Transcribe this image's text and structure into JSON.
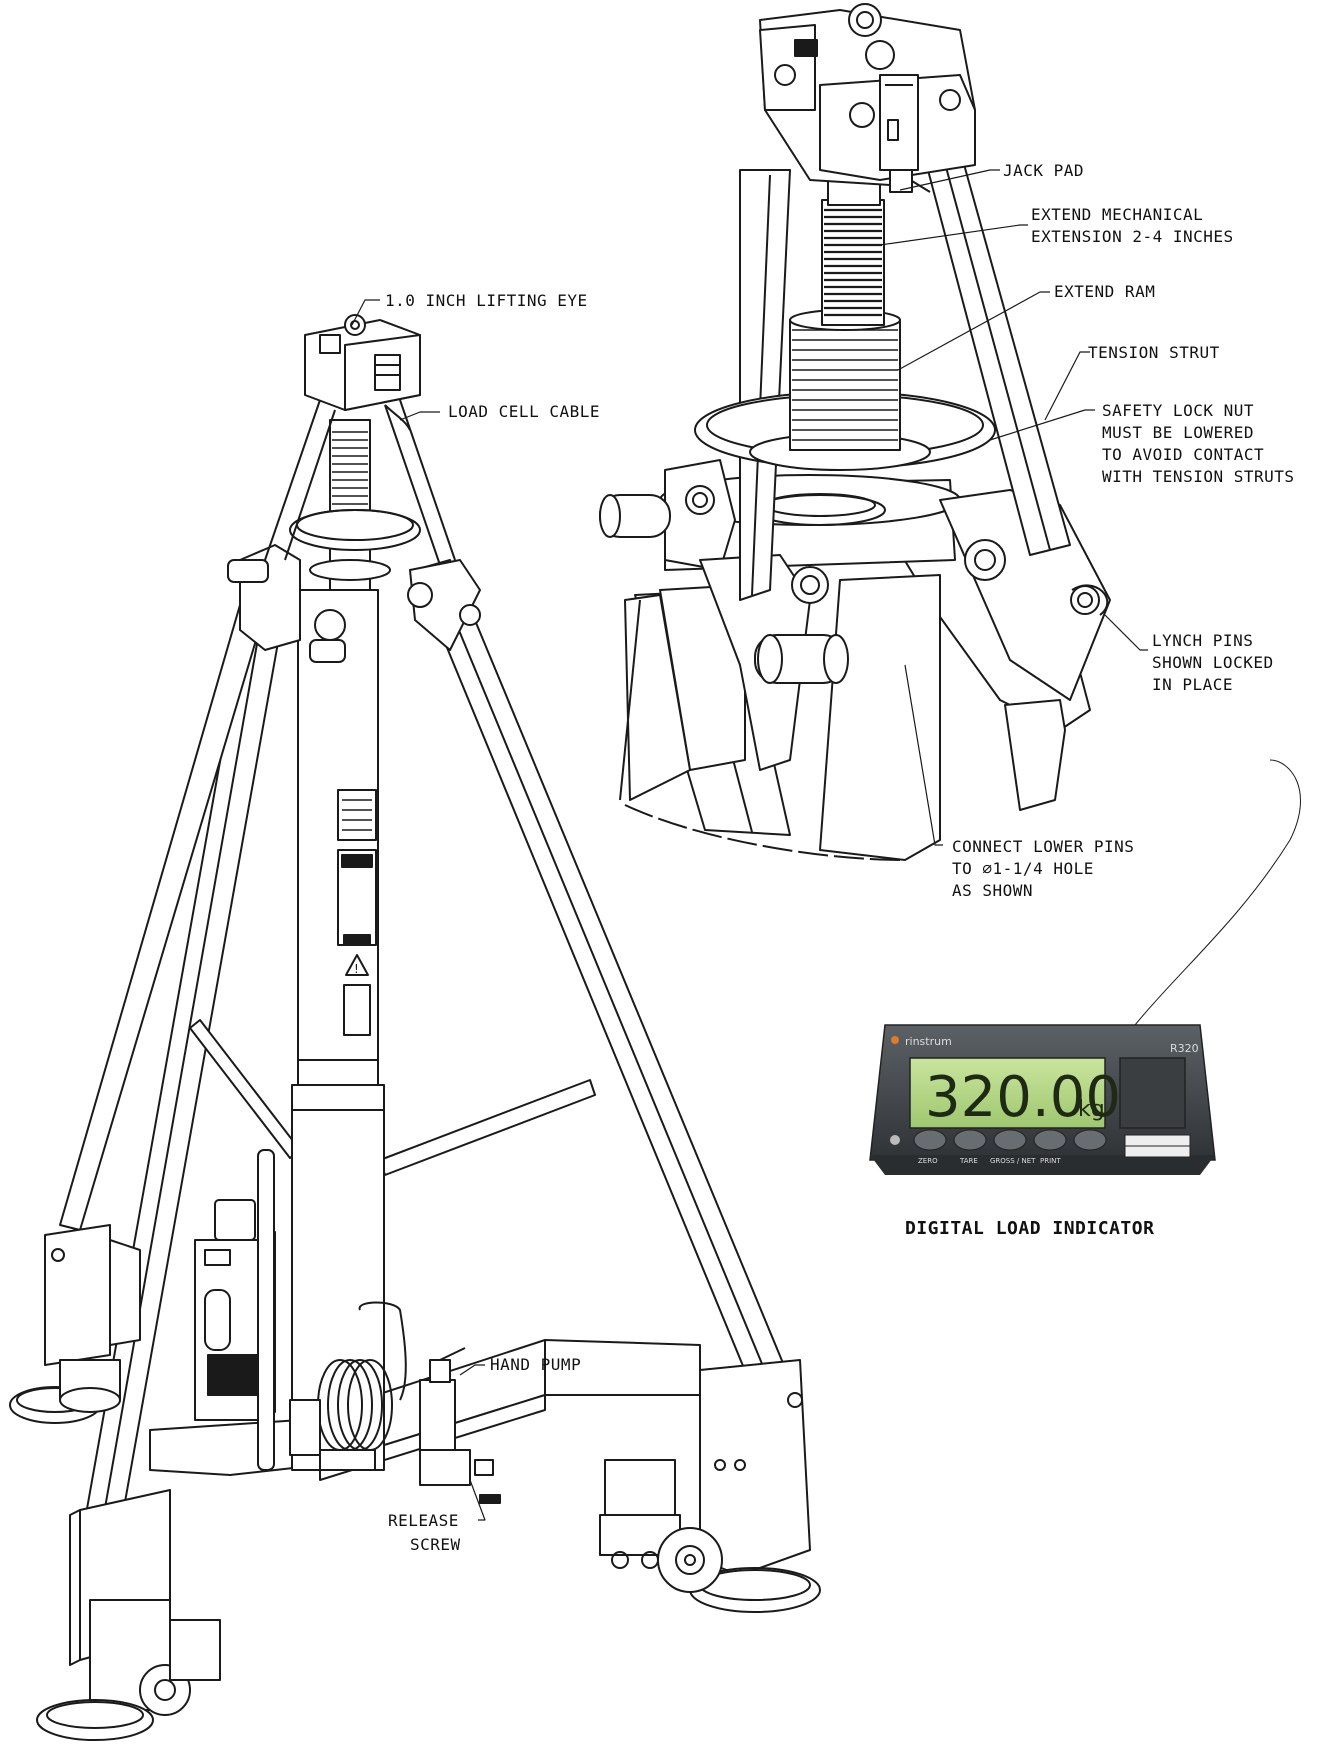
{
  "labels": {
    "jack_pad": "JACK PAD",
    "extend_mech_1": "EXTEND MECHANICAL",
    "extend_mech_2": "EXTENSION 2-4 INCHES",
    "lifting_eye": "1.0 INCH LIFTING EYE",
    "extend_ram": "EXTEND RAM",
    "tension_strut": "TENSION STRUT",
    "load_cell_cable": "LOAD CELL CABLE",
    "safety_1": "SAFETY LOCK NUT",
    "safety_2": "MUST BE LOWERED",
    "safety_3": "TO AVOID CONTACT",
    "safety_4": "WITH TENSION STRUTS",
    "lynch_1": "LYNCH PINS",
    "lynch_2": "SHOWN LOCKED",
    "lynch_3": "IN PLACE",
    "connect_1": "CONNECT LOWER PINS",
    "connect_2": "TO  ∅1-1/4 HOLE",
    "connect_3": "AS SHOWN",
    "hand_pump": "HAND PUMP",
    "release_1": "RELEASE",
    "release_2": "SCREW",
    "digital_load_indicator": "DIGITAL LOAD INDICATOR"
  },
  "indicator": {
    "reading": "320.000",
    "unit": "kg",
    "model": "R320",
    "brand": "rinstrum",
    "buttons": [
      "ZERO",
      "TARE",
      "GROSS / NET",
      "PRINT",
      ""
    ]
  },
  "colors": {
    "line": "#1a1a1a",
    "lcd": "#b7d98a",
    "housing": "#4a4e52"
  }
}
